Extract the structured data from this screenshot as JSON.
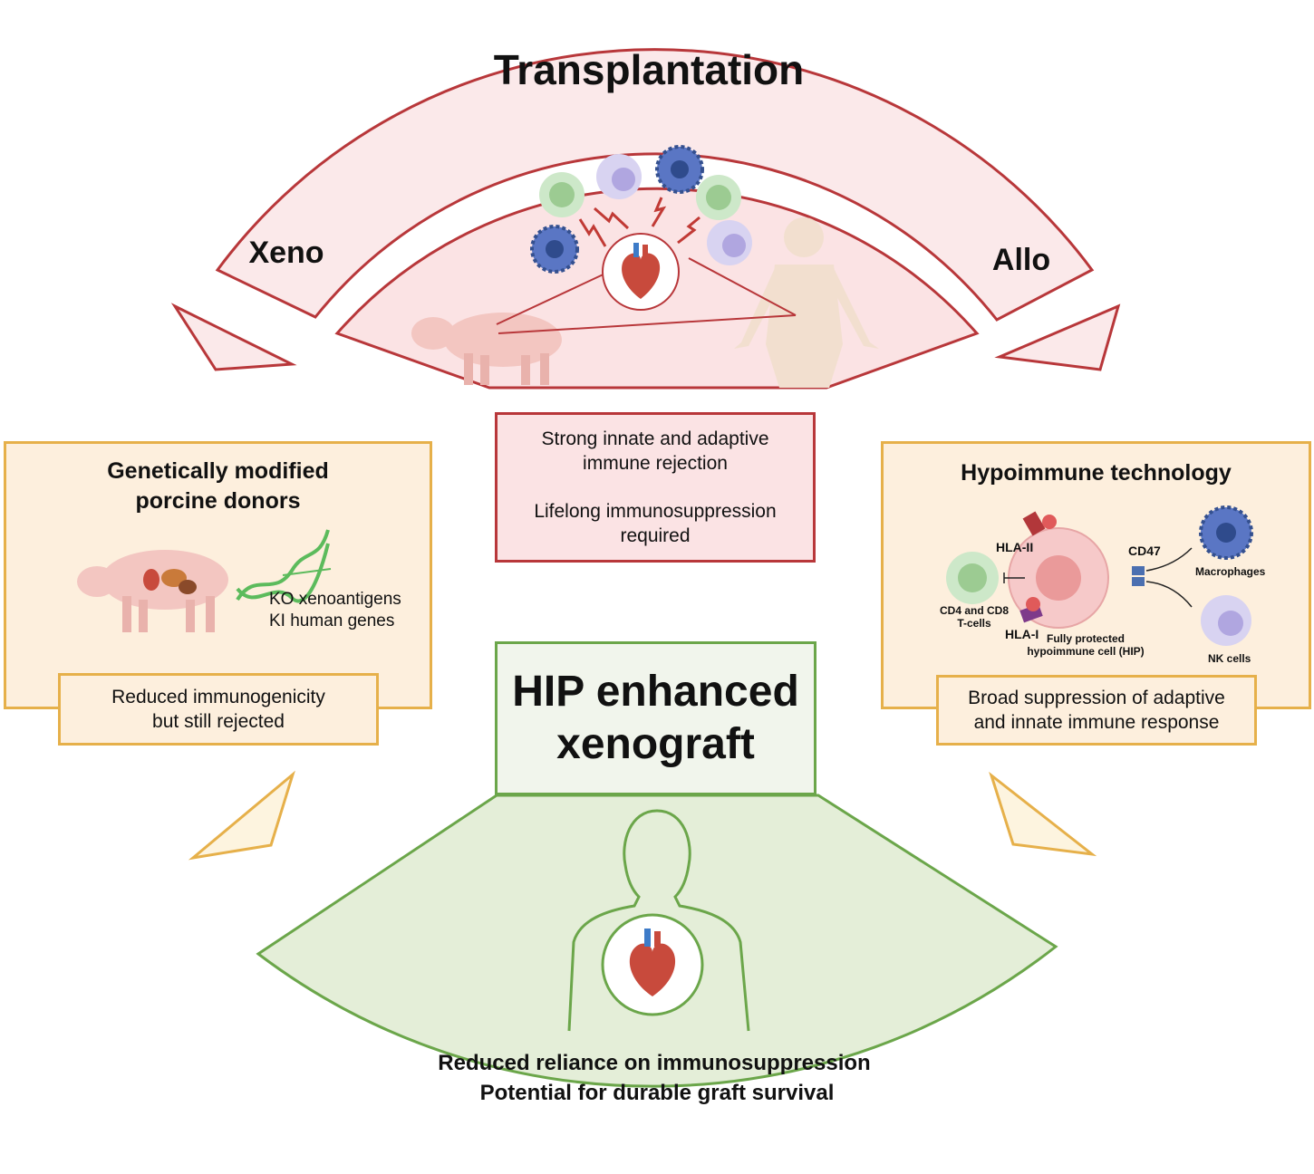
{
  "top_arc": {
    "title": "Transplantation",
    "left_label": "Xeno",
    "right_label": "Allo"
  },
  "rejection_box": {
    "line1": "Strong innate and adaptive",
    "line2": "immune rejection",
    "line3": "Lifelong immunosuppression",
    "line4": "required"
  },
  "gm_panel": {
    "title_line1": "Genetically modified",
    "title_line2": "porcine donors",
    "ko_label": "KO xenoantigens",
    "ki_label": "KI  human genes",
    "sub_line1": "Reduced immunogenicity",
    "sub_line2": "but still rejected"
  },
  "hip_panel": {
    "title": "Hypoimmune technology",
    "hla2": "HLA-II",
    "hla1": "HLA-I",
    "cd47": "CD47",
    "tcells_line1": "CD4 and CD8",
    "tcells_line2": "T-cells",
    "hip_cell_line1": "Fully protected",
    "hip_cell_line2": "hypoimmune cell (HIP)",
    "macrophages": "Macrophages",
    "nk_cells": "NK cells",
    "sub_line1": "Broad suppression of adaptive",
    "sub_line2": "and innate immune response"
  },
  "hip_box": {
    "line1": "HIP enhanced",
    "line2": "xenograft"
  },
  "bottom": {
    "line1": "Reduced reliance on immunosuppression",
    "line2": "Potential for durable graft survival"
  },
  "colors": {
    "red": "#b8373a",
    "red_fill": "#fbe3e4",
    "gold": "#e6b04a",
    "cream": "#fdefdd",
    "green": "#6ba64a",
    "green_fill": "#e4eed8"
  }
}
